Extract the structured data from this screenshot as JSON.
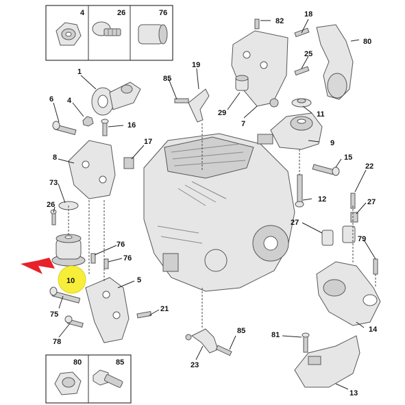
{
  "highlight": {
    "label": "10",
    "color": "#f7ee3a",
    "arrow_color": "#e8202a"
  },
  "inset_top": [
    "4",
    "26",
    "76"
  ],
  "inset_bottom": [
    "80",
    "85"
  ],
  "callouts": {
    "c1": "1",
    "c4": "4",
    "c5": "5",
    "c6": "6",
    "c7": "7",
    "c8": "8",
    "c9": "9",
    "c11": "11",
    "c12": "12",
    "c13": "13",
    "c14": "14",
    "c15": "15",
    "c16": "16",
    "c17": "17",
    "c18": "18",
    "c19": "19",
    "c21": "21",
    "c22": "22",
    "c23": "23",
    "c25": "25",
    "c26": "26",
    "c27a": "27",
    "c27b": "27",
    "c29": "29",
    "c73": "73",
    "c75": "75",
    "c76a": "76",
    "c76b": "76",
    "c78": "78",
    "c79": "79",
    "c80": "80",
    "c81": "81",
    "c82": "82",
    "c85a": "85",
    "c85b": "85"
  }
}
